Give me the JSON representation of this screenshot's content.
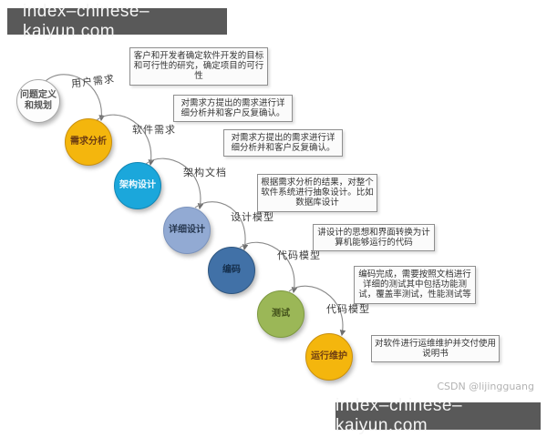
{
  "banners": {
    "top_label": "index–chinese–kaiyun.com",
    "bottom_label": "index–chinese–kaiyun.com"
  },
  "watermark_label": "CSDN @lijingguang",
  "colors": {
    "banner_bg": "#595959",
    "stage_planning_fill": "#fdfdfd",
    "stage_requirements_fill": "#f4b60d",
    "stage_architecture_fill": "#1ba7db",
    "stage_detail_design_fill": "#92aad3",
    "stage_coding_fill": "#4171a7",
    "stage_testing_fill": "#9bb757",
    "stage_maintenance_fill": "#f4b60d",
    "connector_stroke": "#888888"
  },
  "diagram": {
    "stages": [
      {
        "id": "planning",
        "label": "问题定义和规划"
      },
      {
        "id": "requirements",
        "label": "需求分析"
      },
      {
        "id": "architecture",
        "label": "架构设计"
      },
      {
        "id": "detail-design",
        "label": "详细设计"
      },
      {
        "id": "coding",
        "label": "编码"
      },
      {
        "id": "testing",
        "label": "测试"
      },
      {
        "id": "maintenance",
        "label": "运行维护"
      }
    ],
    "flow_labels": [
      "用户需求",
      "软件需求",
      "架构文档",
      "设计模型",
      "代码模型",
      "代码模型"
    ],
    "notes": [
      "客户和开发者确定软件开发的目标和可行性的研究，确定项目的可行性",
      "对需求方提出的需求进行详细分析并和客户反复确认。",
      "对需求方提出的需求进行详细分析并和客户反复确认。",
      "根据需求分析的结果，对整个软件系统进行抽象设计。比如数据库设计",
      "讲设计的思想和界面转换为计算机能够运行的代码",
      "编码完成，需要按照文档进行详细的测试其中包括功能测试，覆盖率测试，性能测试等",
      "对软件进行运维维护并交付使用说明书"
    ]
  }
}
